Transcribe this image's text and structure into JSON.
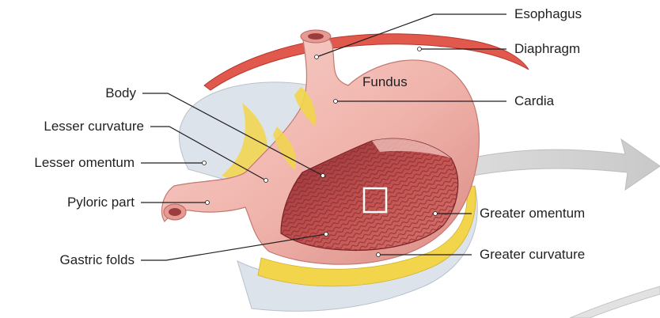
{
  "labels": {
    "esophagus": "Esophagus",
    "diaphragm": "Diaphragm",
    "fundus": "Fundus",
    "cardia": "Cardia",
    "body": "Body",
    "lesser_curvature": "Lesser curvature",
    "lesser_omentum": "Lesser omentum",
    "pyloric_part": "Pyloric part",
    "gastric_folds": "Gastric folds",
    "greater_omentum": "Greater omentum",
    "greater_curvature": "Greater curvature"
  },
  "colors": {
    "stomach": "#f0b8b0",
    "stomach_dark": "#d98a82",
    "mucosa": "#b8454a",
    "mucosa_light": "#d36a68",
    "fat": "#f2d54a",
    "omentum": "#dde3ea",
    "diaphragm": "#e0594c",
    "arrow": "#d4d4d4",
    "leader": "#231f20"
  }
}
